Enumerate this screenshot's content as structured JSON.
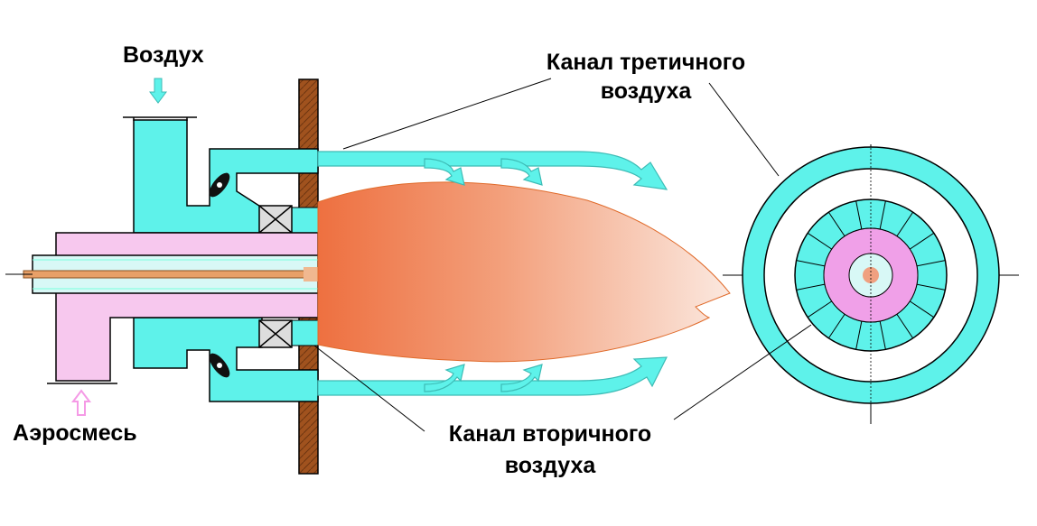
{
  "labels": {
    "air": "Воздух",
    "aeromix": "Аэросмесь",
    "tertiary_line1": "Канал третичного",
    "tertiary_line2": "воздуха",
    "secondary_line1": "Канал вторичного",
    "secondary_line2": "воздуха"
  },
  "colors": {
    "air_channel": "#5ef2ea",
    "aeromix_channel": "#f7c8ee",
    "flame_start": "#ee7040",
    "flame_end": "#fbe6dc",
    "wall": "#a0521e",
    "air_arrow": "#5ef2ea",
    "aeromix_arrow": "#f59ae6",
    "fuel_rod": "#e8a068",
    "core_pink": "#f0a0e8",
    "core_dot": "#f0a080"
  },
  "icons": [
    "air-inlet-arrow-icon",
    "aeromix-inlet-arrow-icon",
    "damper-icon",
    "flow-arrow-icon"
  ]
}
